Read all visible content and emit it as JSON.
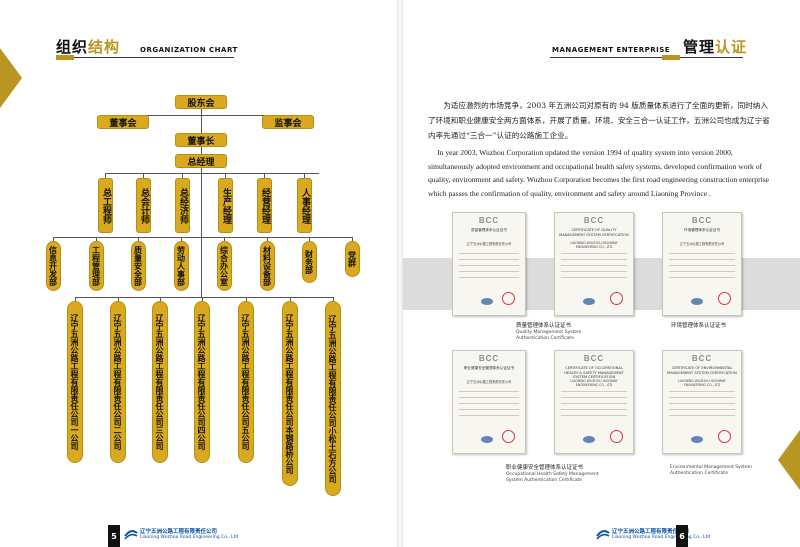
{
  "left_page": {
    "title_cn_a": "组织",
    "title_cn_b": "结构",
    "title_en": "ORGANIZATION CHART",
    "page_number": "5",
    "footer_cn": "辽宁五洲公路工程有限责任公司",
    "footer_en": "Liaoning Wuzhou Road Engineering Co., Ltd",
    "org": {
      "shareholders": "股东会",
      "board": "董事会",
      "supervisors": "监事会",
      "chairman": "董事长",
      "gm": "总经理",
      "executives": [
        "总工程师",
        "总会计师",
        "总经济师",
        "生产经理",
        "经营经理",
        "人事经理"
      ],
      "departments": [
        "信息开发部",
        "工程管理部",
        "质量安全部",
        "劳动人事部",
        "综合办公室",
        "材料设备部",
        "财务部",
        "党群"
      ],
      "companies": [
        "辽宁五洲公路工程有限责任公司一公司",
        "辽宁五洲公路工程有限责任公司二公司",
        "辽宁五洲公路工程有限责任公司三公司",
        "辽宁五洲公路工程有限责任公司四公司",
        "辽宁五洲公路工程有限责任公司五公司",
        "辽宁五洲公路工程有限责任公司本钢路桥公司",
        "辽宁五洲公路工程有限责任公司小松土石方公司"
      ]
    }
  },
  "right_page": {
    "title_en": "MANAGEMENT ENTERPRISE",
    "title_cn_a": "管理",
    "title_cn_b": "认证",
    "page_number": "6",
    "footer_cn": "辽宁五洲公路工程有限责任公司",
    "footer_en": "Liaoning Wuzhou Road Engineering Co., Ltd",
    "cn_paragraph": "为适应激烈的市场竞争，2003 年五洲公司对原有的 94 版质量体系进行了全面的更新，同时纳入了环境和职业健康安全两方面体系，开展了质量、环境、安全三合一认证工作，五洲公司也成为辽宁省内率先通过“三合一”认证的公路施工企业。",
    "en_paragraph": "In year 2003, Wuzhou Corporation updated the version 1994 of quality system into version 2000, simultaneously adopted environment and occupational health safety systems, developed confirmation work of quality, environment and safety. Wuzhou Corporation becomes the first road engineering construction enterprise which passes the confirmation of quality, environment and safety around Liaoning Province .",
    "cert_logo": "BCC",
    "certs": [
      {
        "title": "质量管理体系认证证书",
        "org": "辽宁五洲公路工程有限责任公司"
      },
      {
        "title": "CERTIFICATE OF QUALITY MANAGEMENT SYSTEM CERTIFICATION",
        "org": "LIAONING WUZHOU HIGHWAY ENGINEERING CO., LTD"
      },
      {
        "title": "环境管理体系认证证书",
        "org": "辽宁五洲公路工程有限责任公司"
      },
      {
        "title": "职业健康安全管理体系认证证书",
        "org": "辽宁五洲公路工程有限责任公司"
      },
      {
        "title": "CERTIFICATE OF OCCUPATIONAL HEALTH & SAFETY MANAGEMENT SYSTEM CERTIFICATION",
        "org": "LIAONING WUZHOU HIGHWAY ENGINEERING CO., LTD"
      },
      {
        "title": "CERTIFICATE OF ENVIRONMENTAL MANAGEMENT SYSTEM CERTIFICATION",
        "org": "LIAONING WUZHOU HIGHWAY ENGINEERING CO., LTD"
      }
    ],
    "captions": {
      "qms_cn": "质量管理体系认证证书",
      "qms_en1": "Quality Management System",
      "qms_en2": "Authentication Certificate",
      "ems_cn": "环境管理体系认证证书",
      "ohs_cn": "职业健康安全管理体系认证证书",
      "ohs_en1": "Occupational Health Safety Management",
      "ohs_en2": "System Authentication Certificate",
      "ems_en1": "Environmental Management System",
      "ems_en2": "Authentication Certificate"
    }
  }
}
